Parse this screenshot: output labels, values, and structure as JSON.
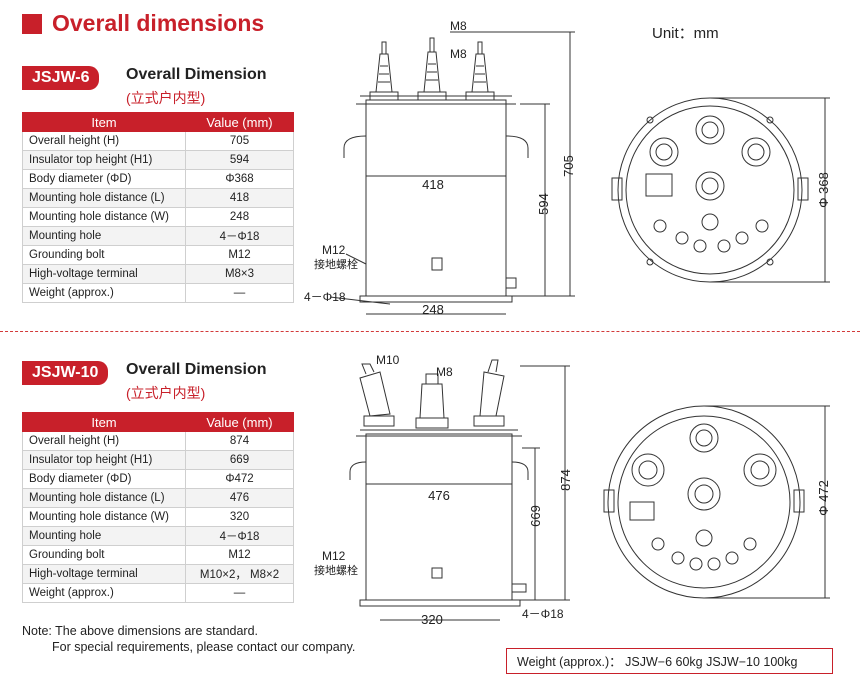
{
  "header": {
    "title": "Overall dimensions",
    "unit": "Unit：mm"
  },
  "table_headers": {
    "item": "Item",
    "value": "Value (mm)"
  },
  "jsjw6": {
    "tag": "JSJW-6",
    "title": "Overall Dimension",
    "subtitle": "(立式户内型)",
    "rows": [
      {
        "item": "Overall height (H)",
        "value": "705"
      },
      {
        "item": "Insulator top height (H1)",
        "value": "594"
      },
      {
        "item": "Body diameter (ΦD)",
        "value": "Φ368"
      },
      {
        "item": "Mounting hole distance (L)",
        "value": "418"
      },
      {
        "item": "Mounting hole distance (W)",
        "value": "248"
      },
      {
        "item": "Mounting hole",
        "value": "4－Φ18"
      },
      {
        "item": "Grounding bolt",
        "value": "M12"
      },
      {
        "item": "High-voltage terminal",
        "value": "M8×3"
      },
      {
        "item": "Weight (approx.)",
        "value": "—"
      }
    ],
    "drawing": {
      "m8_top": "M8",
      "m8_mid": "M8",
      "width_l": "418",
      "width_w": "248",
      "height_h": "705",
      "height_h1": "594",
      "ground_bolt": "M12",
      "ground_label": "接地螺栓",
      "holes": "4－Φ18",
      "diameter": "Φ 368"
    }
  },
  "jsjw10": {
    "tag": "JSJW-10",
    "title": "Overall Dimension",
    "subtitle": "(立式户内型)",
    "rows": [
      {
        "item": "Overall height (H)",
        "value": "874"
      },
      {
        "item": "Insulator top height (H1)",
        "value": "669"
      },
      {
        "item": "Body diameter (ΦD)",
        "value": "Φ472"
      },
      {
        "item": "Mounting hole distance (L)",
        "value": "476"
      },
      {
        "item": "Mounting hole distance (W)",
        "value": "320"
      },
      {
        "item": "Mounting hole",
        "value": "4－Φ18"
      },
      {
        "item": "Grounding bolt",
        "value": "M12"
      },
      {
        "item": "High-voltage terminal",
        "value": "M10×2，  M8×2"
      },
      {
        "item": "Weight (approx.)",
        "value": "—"
      }
    ],
    "drawing": {
      "m10": "M10",
      "m8": "M8",
      "width_l": "476",
      "width_w": "320",
      "height_h": "874",
      "height_h1": "669",
      "ground_bolt": "M12",
      "ground_label": "接地螺栓",
      "holes": "4－Φ18",
      "diameter": "Φ 472"
    }
  },
  "notes": {
    "line1": "Note: The above dimensions are standard.",
    "line2": "For special requirements, please contact our company."
  },
  "weight_box": "Weight (approx.)：  JSJW−6    60kg        JSJW−10    100kg"
}
